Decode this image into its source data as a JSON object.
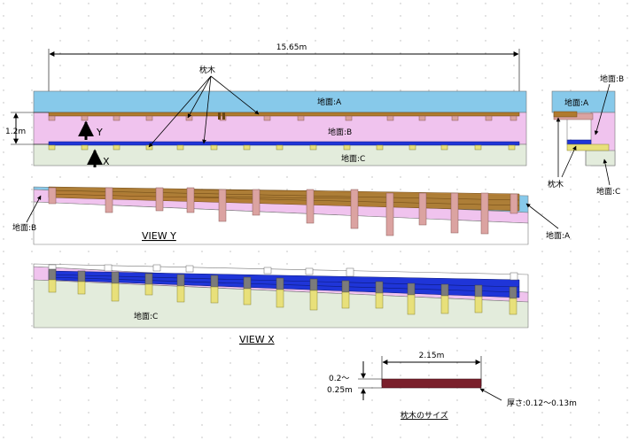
{
  "plan": {
    "length_label": "15.65m",
    "height_label": "1.2m",
    "sleeper_label": "枕木",
    "ground_a": "地面:A",
    "ground_b": "地面:B",
    "ground_c": "地面:C",
    "axis_y": "Y",
    "axis_x": "X"
  },
  "side": {
    "ground_a": "地面:A",
    "sleeper_label": "枕木",
    "ground_b": "地面:B",
    "ground_c": "地面:C"
  },
  "view_y": {
    "title": "VIEW Y",
    "ground_b": "地面:B",
    "ground_a": "地面:A"
  },
  "view_x": {
    "title": "VIEW X",
    "ground_c": "地面:C"
  },
  "sleeper_size": {
    "title": "枕木のサイズ",
    "length": "2.15m",
    "width_top": "0.2〜",
    "width_bottom": "0.25m",
    "thickness": "厚さ:0.12〜0.13m"
  },
  "colors": {
    "ground_a": "#87c9ea",
    "ground_b": "#f0c3ee",
    "ground_c": "#e3ecdc",
    "sleeper_brown": "#b07a2e",
    "sleeper_blue": "#1f35d8",
    "post_pink": "#dba3a1",
    "post_yellow": "#e8e07a",
    "sleeper_dark": "#7a1f2b"
  }
}
